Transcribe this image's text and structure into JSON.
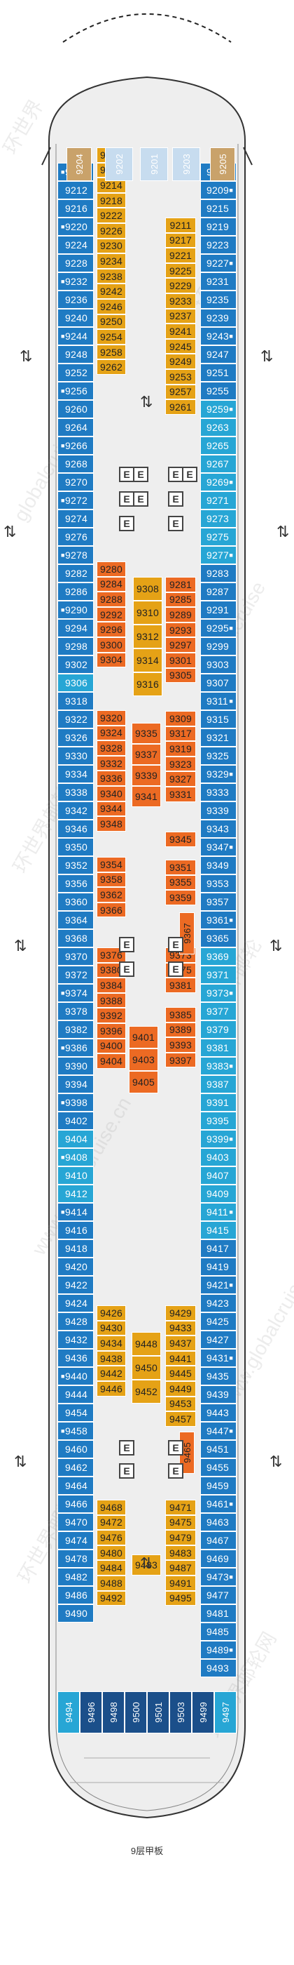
{
  "deck_title": "9层甲板",
  "watermark": [
    "环世界",
    "globalcruise",
    "环世界邮轮",
    "www.globalcruise.cn",
    "环世界邮轮网"
  ],
  "colors": {
    "ocean_view": "#1f7bc3",
    "ocean_view_light": "#27a6d5",
    "interior": "#e5a216",
    "balcony": "#ec6a23",
    "suite": "#1b4f8a",
    "special": "#c9a26a",
    "hull": "#e6e6e6"
  },
  "left_column": [
    "9208",
    "9212",
    "9216",
    "9220",
    "9224",
    "9228",
    "9232",
    "9236",
    "9240",
    "9244",
    "9248",
    "9252",
    "9256",
    "9260",
    "9264",
    "9266",
    "9268",
    "9270",
    "9272",
    "9274",
    "9276",
    "9278",
    "9282",
    "9286",
    "9290",
    "9294",
    "9298",
    "9302",
    "9306",
    "9318",
    "9322",
    "9326",
    "9330",
    "9334",
    "9338",
    "9342",
    "9346",
    "9350",
    "9352",
    "9356",
    "9360",
    "9364",
    "9368",
    "9370",
    "9372",
    "9374",
    "9378",
    "9382",
    "9386",
    "9390",
    "9394",
    "9398",
    "9402",
    "9404",
    "9408",
    "9410",
    "9412",
    "9414",
    "9416",
    "9418",
    "9420",
    "9422",
    "9424",
    "9428",
    "9432",
    "9436",
    "9440",
    "9444",
    "9454",
    "9458",
    "9460",
    "9462",
    "9464",
    "9466",
    "9470",
    "9474",
    "9478",
    "9482",
    "9486",
    "9490"
  ],
  "right_column": [
    "9207",
    "9209",
    "9215",
    "9219",
    "9223",
    "9227",
    "9231",
    "9235",
    "9239",
    "9243",
    "9247",
    "9251",
    "9255",
    "9259",
    "9263",
    "9265",
    "9267",
    "9269",
    "9271",
    "9273",
    "9275",
    "9277",
    "9283",
    "9287",
    "9291",
    "9295",
    "9299",
    "9303",
    "9307",
    "9311",
    "9315",
    "9321",
    "9325",
    "9329",
    "9333",
    "9339",
    "9343",
    "9347",
    "9349",
    "9353",
    "9357",
    "9361",
    "9365",
    "9369",
    "9371",
    "9373",
    "9377",
    "9379",
    "9381",
    "9383",
    "9387",
    "9391",
    "9395",
    "9399",
    "9403",
    "9407",
    "9409",
    "9411",
    "9415",
    "9417",
    "9419",
    "9421",
    "9423",
    "9425",
    "9427",
    "9431",
    "9435",
    "9439",
    "9443",
    "9447",
    "9451",
    "9455",
    "9459",
    "9461",
    "9463",
    "9467",
    "9469",
    "9473",
    "9477",
    "9481",
    "9485",
    "9489",
    "9493"
  ],
  "inner_left_blocks": [
    {
      "rows": [
        "9206",
        "9210",
        "9214",
        "9218",
        "9222",
        "9226",
        "9230",
        "9234",
        "9238",
        "9242",
        "9246",
        "9250",
        "9254",
        "9258",
        "9262"
      ]
    },
    {
      "rows": [
        "9280",
        "9284",
        "9288",
        "9292",
        "9296",
        "9300",
        "9304"
      ]
    },
    {
      "rows": [
        "9320",
        "9324",
        "9328",
        "9332",
        "9336",
        "9340",
        "9344",
        "9348"
      ]
    },
    {
      "rows": [
        "9354",
        "9358",
        "9362",
        "9366"
      ]
    },
    {
      "rows": [
        "9376",
        "9380",
        "9384",
        "9388",
        "9392",
        "9396",
        "9400",
        "9404"
      ]
    },
    {
      "rows": [
        "9426",
        "9430",
        "9434",
        "9438",
        "9442",
        "9446"
      ]
    },
    {
      "rows": [
        "9468",
        "9472",
        "9476",
        "9480",
        "9484",
        "9488",
        "9492"
      ]
    }
  ],
  "inner_right_blocks": [
    {
      "rows": [
        "9211",
        "9217",
        "9221",
        "9225",
        "9229",
        "9233",
        "9237",
        "9241",
        "9245",
        "9249",
        "9253",
        "9257",
        "9261"
      ]
    },
    {
      "rows": [
        "9281",
        "9285",
        "9289",
        "9293",
        "9297",
        "9301",
        "9305"
      ]
    },
    {
      "rows": [
        "9309",
        "9317",
        "9319",
        "9323",
        "9327",
        "9331"
      ]
    },
    {
      "rows": [
        "9345"
      ]
    },
    {
      "rows": [
        "9351",
        "9355",
        "9359"
      ]
    },
    {
      "rows": [
        "9373",
        "9375",
        "9381"
      ]
    },
    {
      "rows": [
        "9385",
        "9389",
        "9393",
        "9397"
      ]
    },
    {
      "rows": [
        "9429",
        "9433",
        "9437",
        "9441",
        "9445",
        "9449",
        "9453",
        "9457"
      ]
    },
    {
      "rows": [
        "9471",
        "9475",
        "9479",
        "9483",
        "9487",
        "9491",
        "9495"
      ]
    }
  ],
  "mid_cabins": {
    "a": [
      "9308",
      "9310",
      "9312",
      "9314",
      "9316"
    ],
    "b": [
      "9335",
      "9337",
      "9339",
      "9341"
    ],
    "c": [
      "9401",
      "9403",
      "9405"
    ],
    "d": [
      "9448",
      "9450",
      "9452"
    ],
    "e": [
      "9483"
    ]
  },
  "bow": [
    "9204",
    "9202",
    "9201",
    "9203",
    "9205"
  ],
  "stern": [
    "9494",
    "9496",
    "9498",
    "9500",
    "9501",
    "9503",
    "9499",
    "9497"
  ],
  "side_label_9367": "9367",
  "side_label_9465": "9465"
}
